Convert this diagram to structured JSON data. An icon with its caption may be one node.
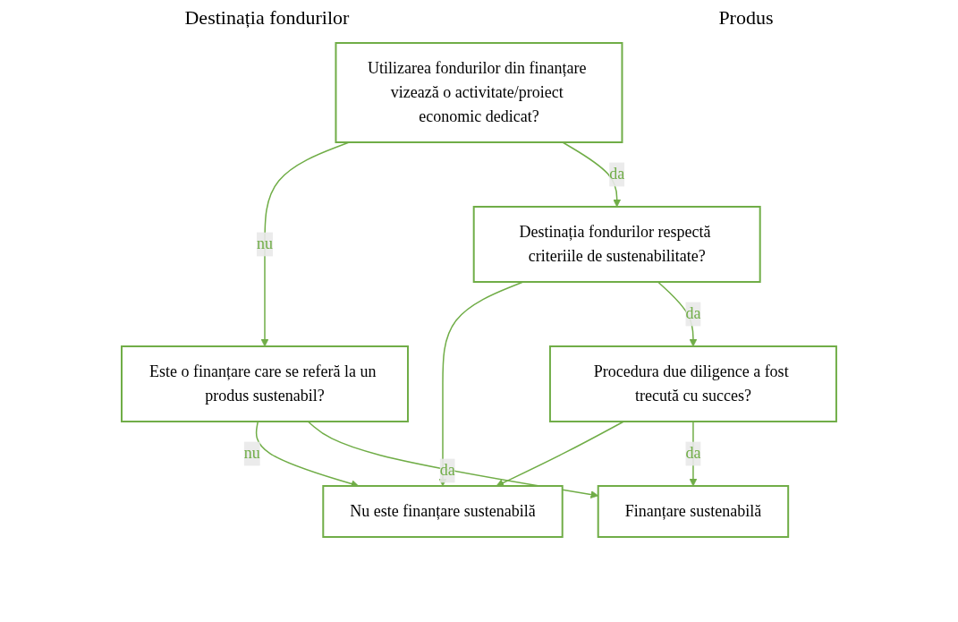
{
  "diagram": {
    "nodes": [
      {
        "text": [
          "Utilizarea fondurilor din finanțare vizează o activitate/proiect economic dedicat?"
        ]
      },
      {
        "text": [
          "Este o finanțare care se referă la un produs sustenabil?"
        ]
      },
      {
        "text": [
          "Nu este finanțare sustenabilă"
        ]
      },
      {
        "text": [
          "Destinația fondurilor respectă criteriile de sustenabilitate?"
        ]
      },
      {
        "text": [
          "Procedura due diligence a fost trecută cu succes?"
        ]
      },
      {
        "text": [
          "Finanțare sustenabilă"
        ]
      }
    ],
    "edges": [
      {
        "from": 0,
        "to": 1,
        "arrow": "to",
        "label": "nu"
      },
      {
        "from": 1,
        "to": 2,
        "arrow": "to",
        "label": "nu"
      },
      {
        "from": 0,
        "to": 3,
        "arrow": "to",
        "label": "da"
      },
      {
        "from": 3,
        "to": 2,
        "arrow": "to"
      },
      {
        "from": 1,
        "to": 5,
        "arrow": "to",
        "label": "da"
      },
      {
        "from": 3,
        "to": 4,
        "arrow": "to",
        "label": "da"
      },
      {
        "from": 4,
        "to": 2,
        "arrow": "to"
      },
      {
        "from": 4,
        "to": 5,
        "arrow": "to",
        "label": "da"
      }
    ],
    "labels": [
      "Destinația fondurilor",
      "Produs"
    ]
  }
}
